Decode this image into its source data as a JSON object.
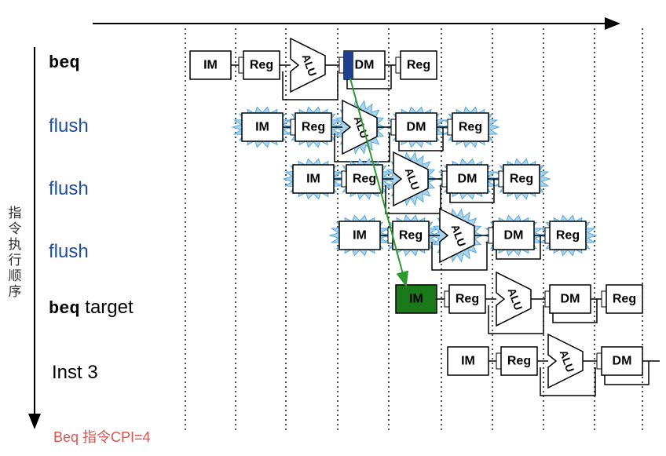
{
  "rows": [
    {
      "label": "beq",
      "suffix": "",
      "style": "mono",
      "flushed": false
    },
    {
      "label": "flush",
      "suffix": "",
      "style": "blue",
      "flushed": true
    },
    {
      "label": "flush",
      "suffix": "",
      "style": "blue",
      "flushed": true
    },
    {
      "label": "flush",
      "suffix": "",
      "style": "blue",
      "flushed": true
    },
    {
      "label": "beq",
      "suffix": " target",
      "style": "mono",
      "flushed": false
    },
    {
      "label": "Inst 3",
      "suffix": "",
      "style": "plain",
      "flushed": false
    }
  ],
  "stages": {
    "im": "IM",
    "reg": "Reg",
    "alu": "ALU",
    "dm": "DM",
    "wb": "Reg"
  },
  "side_label": "指令执行顺序",
  "note": "Beq 指令CPI=4",
  "colors": {
    "flush_label": "#1f4fa0",
    "note": "#d9534f",
    "flush_starburst": "#a8d4ee",
    "target_fetch": "#1a7a1a",
    "branch_arrow": "#2e9a2e",
    "dm_highlight": "#1f3f8f"
  }
}
